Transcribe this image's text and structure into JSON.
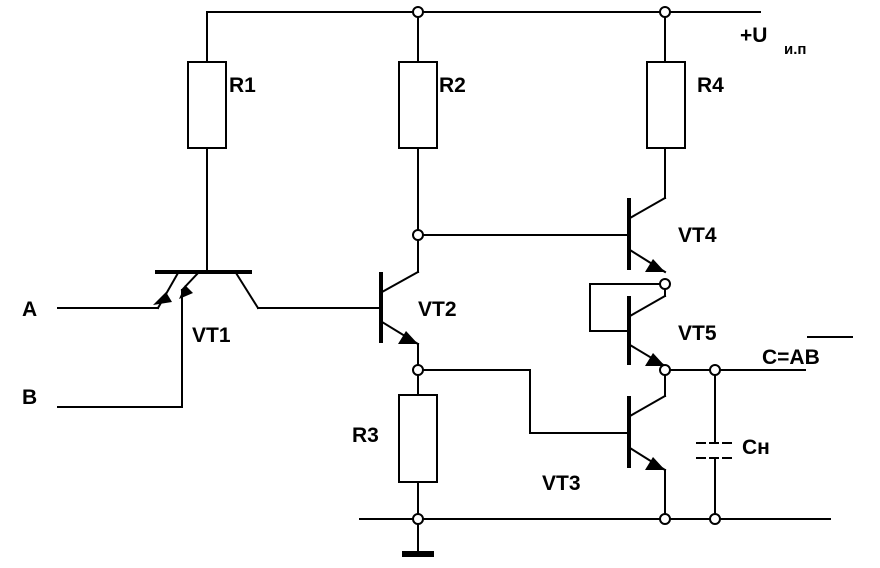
{
  "labels": {
    "r1": "R1",
    "r2": "R2",
    "r3": "R3",
    "r4": "R4",
    "vt1": "VT1",
    "vt2": "VT2",
    "vt3": "VT3",
    "vt4": "VT4",
    "vt5": "VT5",
    "input_a": "A",
    "input_b": "B",
    "output": "C=AB",
    "capacitor": "Cн",
    "supply": "+U",
    "supply_sub": "и.п"
  }
}
